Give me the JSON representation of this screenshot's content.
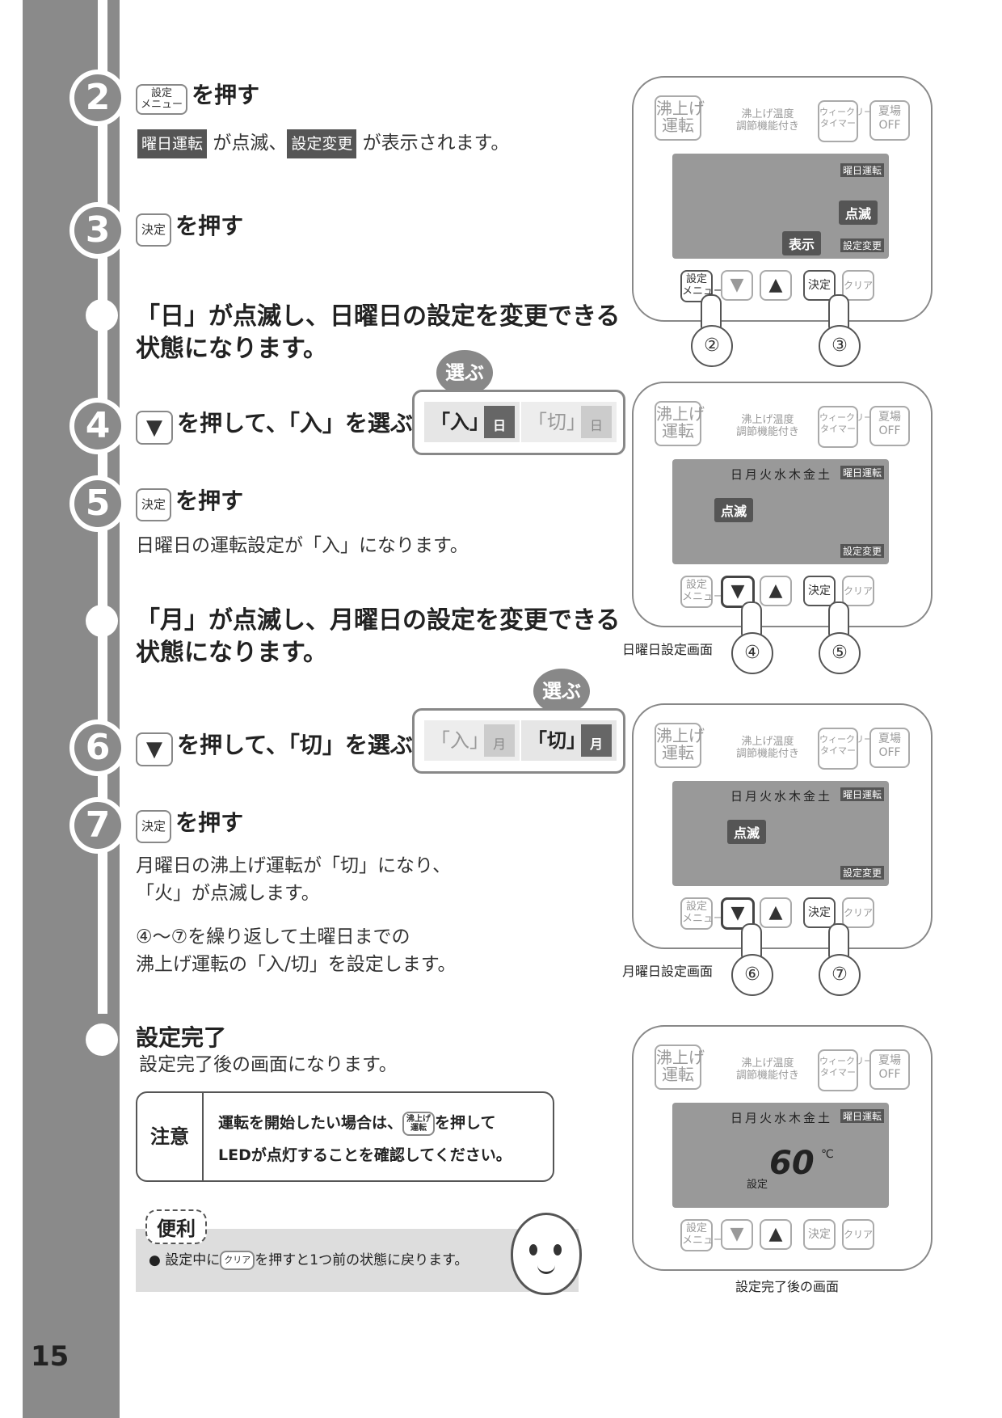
{
  "page_number": "15",
  "steps": {
    "s2": {
      "num": "2",
      "key": "設定\nメニュー",
      "title": "を押す",
      "line_badge1": "曜日運転",
      "line_mid": " が点滅、",
      "line_badge2": "設定変更",
      "line_end": " が表示されます。"
    },
    "s3": {
      "num": "3",
      "key": "決定",
      "title": "を押す"
    },
    "sun_state": {
      "line1": "「日」が点滅し、日曜日の設定を変更できる",
      "line2": "状態になります。"
    },
    "s4": {
      "num": "4",
      "key": "▼",
      "title": "を押して、「入」を選ぶ"
    },
    "s5": {
      "num": "5",
      "key": "決定",
      "title": "を押す",
      "body": "日曜日の運転設定が「入」になります。"
    },
    "mon_state": {
      "line1": "「月」が点滅し、月曜日の設定を変更できる",
      "line2": "状態になります。"
    },
    "s6": {
      "num": "6",
      "key": "▼",
      "title": "を押して、「切」を選ぶ"
    },
    "s7": {
      "num": "7",
      "key": "決定",
      "title": "を押す",
      "body1": "月曜日の沸上げ運転が「切」になり、",
      "body2": "「火」が点滅します。",
      "body3": "④～⑦を繰り返して土曜日までの",
      "body4": "沸上げ運転の「入/切」を設定します。"
    },
    "done": {
      "title": "設定完了",
      "body": "設定完了後の画面になります。"
    }
  },
  "select1": {
    "bubble": "選ぶ",
    "on_label": "「入」",
    "on_day": "日",
    "off_label": "「切」",
    "off_day": "日"
  },
  "select2": {
    "bubble": "選ぶ",
    "off_label": "「入」",
    "off_day": "月",
    "on_label": "「切」",
    "on_day": "月"
  },
  "note": {
    "label": "注意",
    "line1a": "運転を開始したい場合は、",
    "key": "沸上げ\n運転",
    "line1b": "を押して",
    "line2": "LEDが点灯することを確認してください。"
  },
  "tip": {
    "label": "便利",
    "text_a": "● 設定中に",
    "key": "クリア",
    "text_b": "を押すと1つ前の状態に戻ります。"
  },
  "panel": {
    "btn_boil": "沸上げ\n運転",
    "temp_label": "沸上げ温度\n調節機能付き",
    "btn_weekly": "ウィークリー\nタイマー",
    "btn_summer": "夏場\nOFF",
    "btn_menu": "設定\nメニュー",
    "btn_down": "▼",
    "btn_up": "▲",
    "btn_enter": "決定",
    "btn_clear": "クリア",
    "tag_weekday": "曜日運転",
    "tag_setting": "設定変更",
    "days": "日月火水木金土",
    "flash": "点滅",
    "show": "表示",
    "temp": "60",
    "unit": "℃",
    "set_label": "設定"
  },
  "panel_captions": {
    "p1": "",
    "p2": "日曜日設定画面",
    "p3": "月曜日設定画面",
    "p4": "設定完了後の画面"
  },
  "hand_labels": {
    "p1a": "②",
    "p1b": "③",
    "p2a": "④",
    "p2b": "⑤",
    "p3a": "⑥",
    "p3b": "⑦"
  }
}
